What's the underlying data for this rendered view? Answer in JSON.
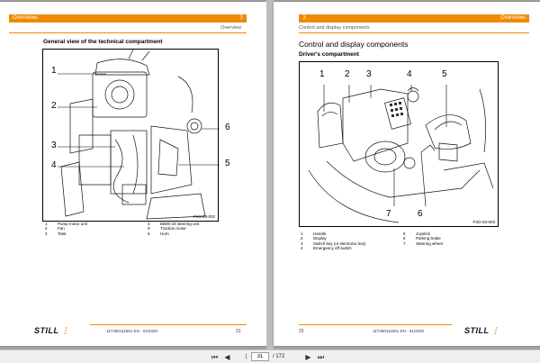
{
  "left_page": {
    "header_tab": "Overviews",
    "header_chapter": "3",
    "header_sub": "Overview",
    "section_title": "General view of the technical compartment",
    "callouts": [
      "1",
      "2",
      "3",
      "4",
      "6",
      "5"
    ],
    "figure_id": "FXV-03-002",
    "legend": [
      {
        "num": "1",
        "text": "Pump motor unit",
        "num2": "4",
        "text2": "EB00-24 steering unit"
      },
      {
        "num": "2",
        "text": "Fan",
        "num2": "5",
        "text2": "Traction motor"
      },
      {
        "num": "3",
        "text": "Tank",
        "num2": "6",
        "text2": "Horn"
      }
    ],
    "footer_doc": "11T480111551 EN - 01/2020",
    "page_number": "21",
    "logo_text": "STILL"
  },
  "right_page": {
    "header_chapter": "3",
    "header_sub": "Control and display components",
    "header_tab": "Overviews",
    "title": "Control and display components",
    "section_title": "Driver's compartment",
    "callouts": [
      "1",
      "2",
      "3",
      "4",
      "5",
      "7",
      "6"
    ],
    "figure_id": "FXD-03-003",
    "legend": [
      {
        "num": "1",
        "text": "Handle",
        "num2": "5",
        "text2": "Joystick"
      },
      {
        "num": "2",
        "text": "Display",
        "num2": "6",
        "text2": "Parking brake"
      },
      {
        "num": "3",
        "text": "Switch key (or electronic key)",
        "num2": "7",
        "text2": "Steering wheel"
      },
      {
        "num": "4",
        "text": "Emergency off switch",
        "num2": "",
        "text2": ""
      }
    ],
    "page_number": "22",
    "footer_doc": "11T480111551 EN - 01/2020",
    "logo_text": "STILL"
  },
  "toolbar": {
    "first_icon": "first-page-icon",
    "prev_icon": "previous-page-icon",
    "current_page": "31",
    "separator": "/",
    "total_pages": "172",
    "next_icon": "next-page-icon",
    "last_icon": "last-page-icon",
    "current_page_label": "31 / 172"
  },
  "colors": {
    "accent": "#f08a00",
    "background": "#a3a3a3",
    "toolbar": "#f0f0f0"
  }
}
